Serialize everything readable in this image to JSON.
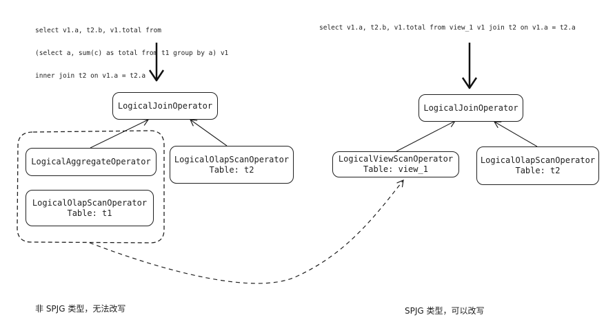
{
  "left": {
    "sql": [
      "select v1.a, t2.b, v1.total from",
      "(select a, sum(c) as total from t1 group by a) v1",
      "inner join t2 on v1.a = t2.a"
    ],
    "join_node": "LogicalJoinOperator",
    "aggregate_node": "LogicalAggregateOperator",
    "scan_t1": {
      "name": "LogicalOlapScanOperator",
      "table": "Table: t1"
    },
    "scan_t2": {
      "name": "LogicalOlapScanOperator",
      "table": "Table: t2"
    },
    "caption": "非 SPJG 类型，无法改写"
  },
  "right": {
    "sql": "select v1.a, t2.b, v1.total from view_1 v1 join t2 on v1.a = t2.a",
    "join_node": "LogicalJoinOperator",
    "view_scan": {
      "name": "LogicalViewScanOperator",
      "table": "Table: view_1"
    },
    "scan_t2": {
      "name": "LogicalOlapScanOperator",
      "table": "Table: t2"
    },
    "caption": "SPJG 类型，可以改写"
  }
}
